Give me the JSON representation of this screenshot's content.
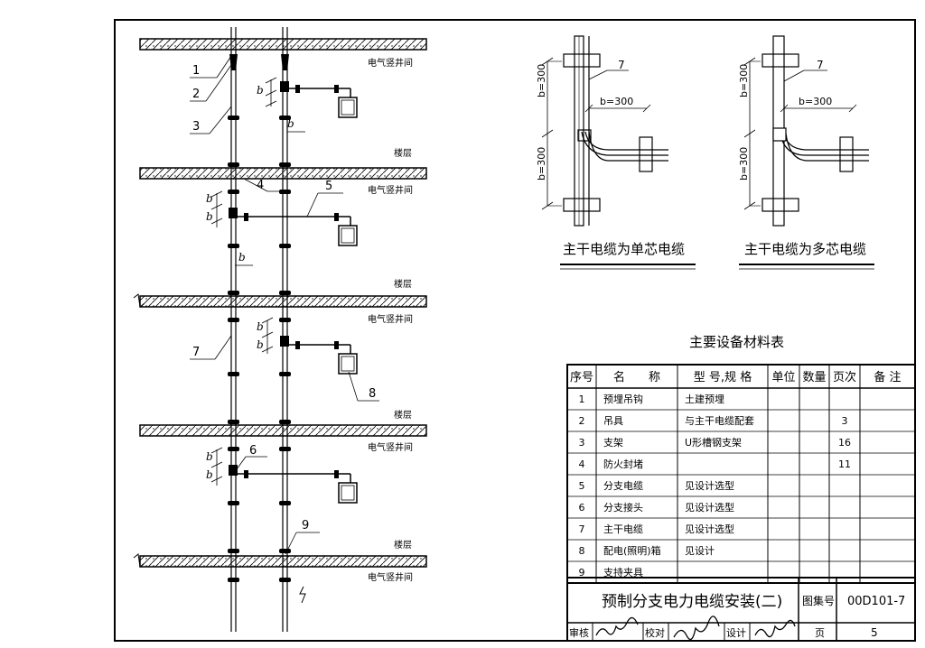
{
  "shaft": {
    "floor_labels": [
      "电气竖井间",
      "楼层",
      "电气竖井间",
      "楼层",
      "电气竖井间",
      "楼层",
      "电气竖井间",
      "楼层",
      "电气竖井间"
    ],
    "callouts": [
      "1",
      "2",
      "3",
      "4",
      "5",
      "7",
      "8",
      "6",
      "9"
    ],
    "dim_b": "b"
  },
  "details": [
    {
      "caption": "主干电缆为单芯电缆",
      "dim_v1": "b=300",
      "dim_v2": "b=300",
      "dim_h": "b=300",
      "callout": "7"
    },
    {
      "caption": "主干电缆为多芯电缆",
      "dim_v1": "b=300",
      "dim_v2": "b=300",
      "dim_h": "b=300",
      "callout": "7"
    }
  ],
  "table": {
    "title": "主要设备材料表",
    "headers": [
      "序号",
      "名　　称",
      "型 号,规 格",
      "单位",
      "数量",
      "页次",
      "备 注"
    ],
    "rows": [
      [
        "1",
        "预埋吊钩",
        "土建预埋",
        "",
        "",
        "",
        ""
      ],
      [
        "2",
        "吊具",
        "与主干电缆配套",
        "",
        "",
        "3",
        ""
      ],
      [
        "3",
        "支架",
        "U形槽钢支架",
        "",
        "",
        "16",
        ""
      ],
      [
        "4",
        "防火封堵",
        "",
        "",
        "",
        "11",
        ""
      ],
      [
        "5",
        "分支电缆",
        "见设计选型",
        "",
        "",
        "",
        ""
      ],
      [
        "6",
        "分支接头",
        "见设计选型",
        "",
        "",
        "",
        ""
      ],
      [
        "7",
        "主干电缆",
        "见设计选型",
        "",
        "",
        "",
        ""
      ],
      [
        "8",
        "配电(照明)箱",
        "见设计",
        "",
        "",
        "",
        ""
      ],
      [
        "9",
        "支持夹具",
        "",
        "",
        "",
        "",
        ""
      ]
    ]
  },
  "title_block": {
    "title": "预制分支电力电缆安装(二)",
    "atlas_label": "图集号",
    "atlas_no": "00D101-7",
    "review": "审核",
    "check": "校对",
    "design": "设计",
    "page_label": "页",
    "page_no": "5"
  }
}
